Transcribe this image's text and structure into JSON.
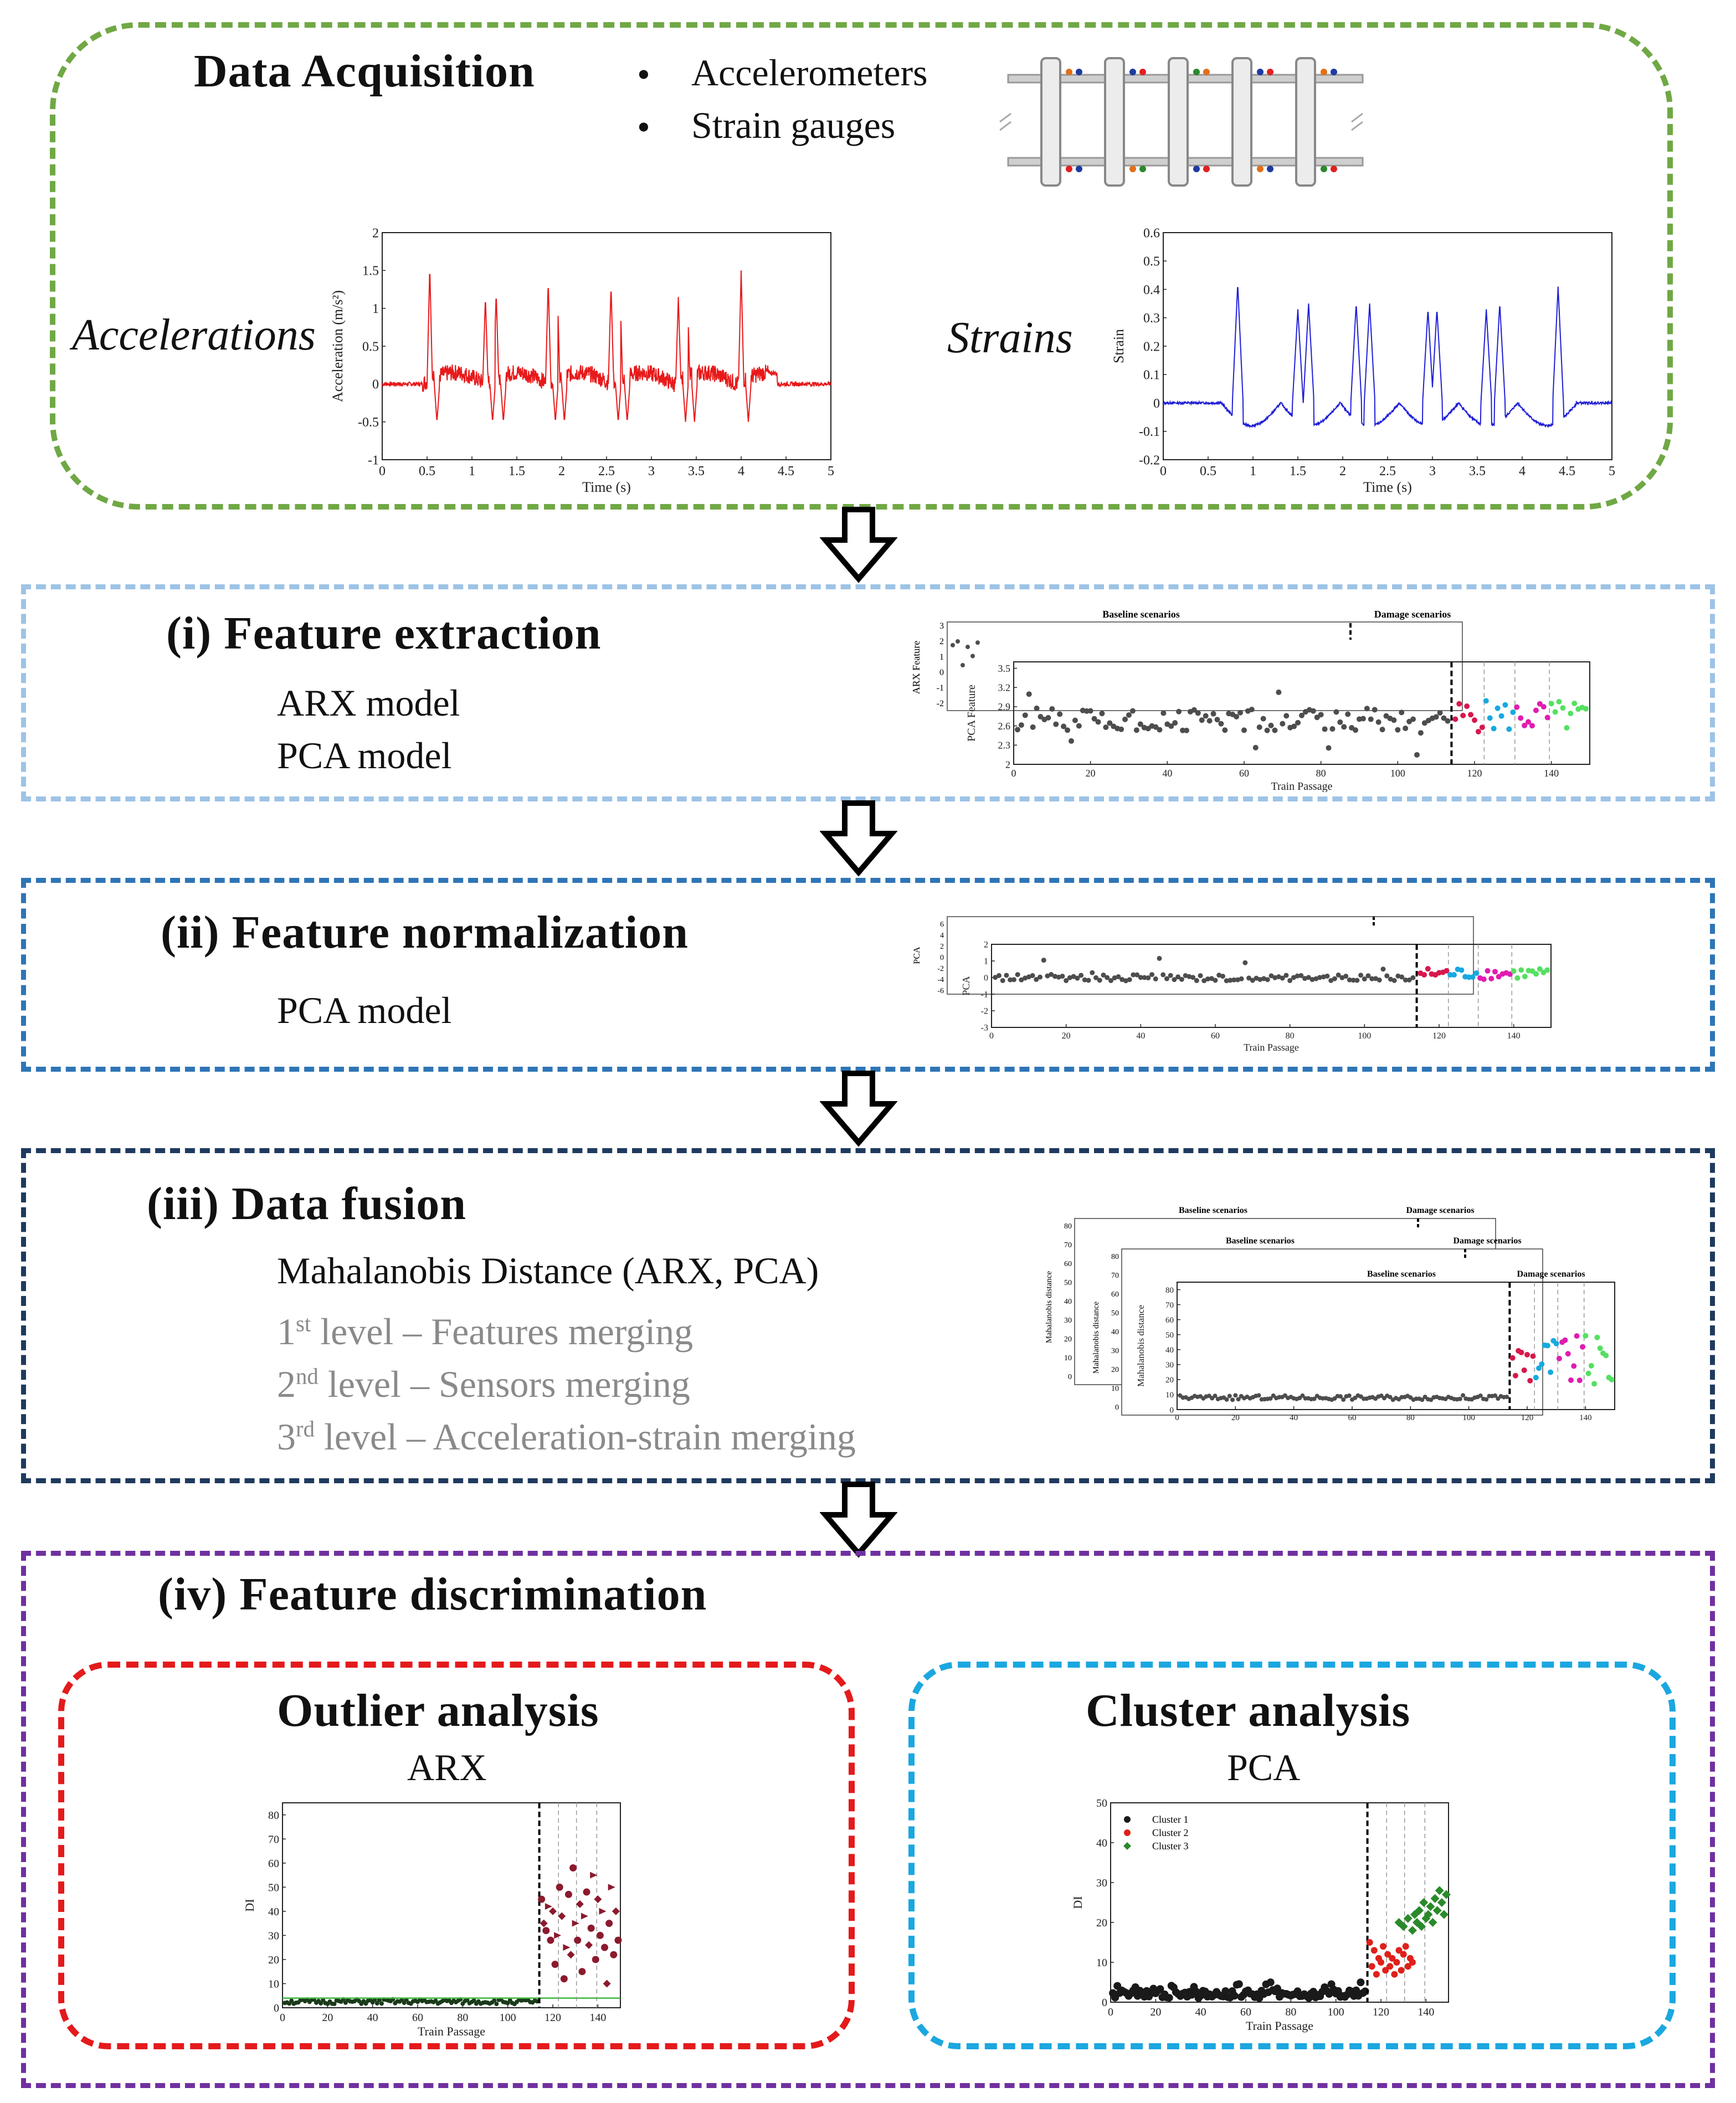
{
  "colors": {
    "acquisition_border": "#70a845",
    "extraction_border": "#9dc3e6",
    "normalization_border": "#2e75b6",
    "fusion_border": "#1f3a5f",
    "discrimination_border": "#7030a0",
    "outlier_border": "#e41a1c",
    "cluster_border": "#1ba7e0",
    "accel_series": "#e8191a",
    "strain_series": "#1f1fd6",
    "baseline_points": "#4d4d4d",
    "damage_red": "#d6184c",
    "damage_cyan": "#17a9e0",
    "damage_magenta": "#e01cb0",
    "damage_green": "#55e060",
    "outlier_points": "#8b1a2e",
    "cluster1": "#1a1a1a",
    "cluster2": "#e0201a",
    "cluster3": "#2a8a2a"
  },
  "acquisition": {
    "title": "Data Acquisition",
    "bullets": [
      "Accelerometers",
      "Strain gauges"
    ],
    "accel_label": "Accelerations",
    "strain_label": "Strains"
  },
  "extraction": {
    "title": "(i) Feature extraction",
    "items": [
      "ARX model",
      "PCA model"
    ]
  },
  "normalization": {
    "title": "(ii) Feature normalization",
    "items": [
      "PCA model"
    ]
  },
  "fusion": {
    "title": "(iii) Data fusion",
    "main": "Mahalanobis Distance (ARX, PCA)",
    "levels": [
      {
        "num": "1",
        "sup": "st",
        "text": " level – Features merging"
      },
      {
        "num": "2",
        "sup": "nd",
        "text": " level – Sensors merging"
      },
      {
        "num": "3",
        "sup": "rd",
        "text": " level – Acceleration-strain merging"
      }
    ]
  },
  "discrimination": {
    "title": "(iv) Feature discrimination",
    "outlier_title": "Outlier analysis",
    "outlier_sub": "ARX",
    "cluster_title": "Cluster analysis",
    "cluster_sub": "PCA"
  },
  "chart_data": [
    {
      "id": "accelerations",
      "type": "line",
      "xlabel": "Time (s)",
      "ylabel": "Acceleration (m/s²)",
      "xlim": [
        0,
        5
      ],
      "ylim": [
        -1,
        2
      ],
      "xticks": [
        "0",
        "0.5",
        "1",
        "1.5",
        "2",
        "2.5",
        "3",
        "3.5",
        "4",
        "4.5",
        "5"
      ],
      "yticks": [
        "-1",
        "-0.5",
        "0",
        "0.5",
        "1",
        "1.5",
        "2"
      ],
      "peaks_x": [
        0.53,
        1.15,
        1.27,
        1.85,
        1.95,
        2.55,
        2.65,
        3.3,
        3.4,
        4.0
      ],
      "peaks_y": [
        1.55,
        1.15,
        1.2,
        1.35,
        1.35,
        1.3,
        1.25,
        1.15,
        1.25,
        1.5
      ]
    },
    {
      "id": "strains",
      "type": "line",
      "xlabel": "Time (s)",
      "ylabel": "Strain",
      "xlim": [
        0,
        5
      ],
      "ylim": [
        -0.2,
        0.6
      ],
      "xticks": [
        "0",
        "0.5",
        "1",
        "1.5",
        "2",
        "2.5",
        "3",
        "3.5",
        "4",
        "4.5",
        "5"
      ],
      "yticks": [
        "-0.2",
        "-0.1",
        "0",
        "0.1",
        "0.2",
        "0.3",
        "0.4",
        "0.5",
        "0.6"
      ],
      "peaks_x": [
        0.83,
        1.5,
        1.62,
        2.15,
        2.3,
        2.95,
        3.05,
        3.6,
        3.75,
        4.4
      ],
      "peaks_y": [
        0.42,
        0.33,
        0.35,
        0.35,
        0.35,
        0.33,
        0.33,
        0.33,
        0.35,
        0.41
      ]
    },
    {
      "id": "feature_extraction",
      "type": "scatter",
      "xlabel": "Train Passage",
      "ylabel_top": "ARX Feature",
      "ylabel": "PCA Feature",
      "header_left": "Baseline scenarios",
      "header_right": "Damage scenarios",
      "xticks": [
        "0",
        "20",
        "40",
        "60",
        "80",
        "100",
        "120",
        "140"
      ],
      "yticks": [
        "2",
        "2.3",
        "2.6",
        "2.9",
        "3.2",
        "3.5"
      ],
      "ylim": [
        2,
        3.6
      ],
      "top_yticks": [
        "-2",
        "-1",
        "0",
        "1",
        "2",
        "3"
      ],
      "boundary": 114,
      "baseline_level": 2.7
    },
    {
      "id": "feature_normalization",
      "type": "scatter",
      "xlabel": "Train Passage",
      "ylabel": "PCA",
      "ylabel_top": "PCA",
      "xticks": [
        "0",
        "20",
        "40",
        "60",
        "80",
        "100",
        "120",
        "140"
      ],
      "yticks": [
        "-3",
        "-2",
        "-1",
        "0",
        "1",
        "2"
      ],
      "ylim": [
        -3,
        2
      ],
      "top_yticks": [
        "-6",
        "-4",
        "-2",
        "0",
        "2",
        "4",
        "6"
      ],
      "boundary": 114
    },
    {
      "id": "data_fusion",
      "type": "scatter",
      "xlabel": "",
      "ylabel": "Mahalanobis distance",
      "header_left": "Baseline scenarios",
      "header_right": "Damage scenarios",
      "xticks": [
        "0",
        "20",
        "40",
        "60",
        "80",
        "100",
        "120",
        "140"
      ],
      "yticks": [
        "0",
        "10",
        "20",
        "30",
        "40",
        "50",
        "60",
        "70",
        "80"
      ],
      "ylim": [
        0,
        85
      ],
      "boundary": 114
    },
    {
      "id": "outlier_analysis",
      "type": "scatter",
      "xlabel": "Train Passage",
      "ylabel": "DI",
      "xticks": [
        "0",
        "20",
        "40",
        "60",
        "80",
        "100",
        "120",
        "140"
      ],
      "yticks": [
        "0",
        "10",
        "20",
        "30",
        "40",
        "50",
        "60",
        "70",
        "80"
      ],
      "xlim": [
        0,
        150
      ],
      "ylim": [
        0,
        85
      ],
      "boundary": 114,
      "threshold": 4,
      "damage_x": [
        115,
        116,
        117,
        118,
        119,
        120,
        121,
        122,
        123,
        124,
        125,
        126,
        127,
        128,
        129,
        130,
        131,
        132,
        133,
        134,
        135,
        136,
        137,
        138,
        139,
        140,
        141,
        142,
        143,
        144,
        145,
        146,
        147,
        148,
        149
      ],
      "damage_y": [
        45,
        35,
        32,
        42,
        28,
        40,
        18,
        30,
        50,
        38,
        12,
        25,
        47,
        22,
        58,
        35,
        28,
        43,
        15,
        38,
        48,
        26,
        33,
        55,
        20,
        45,
        30,
        40,
        25,
        10,
        35,
        50,
        22,
        40,
        28
      ]
    },
    {
      "id": "cluster_analysis",
      "type": "scatter",
      "xlabel": "Train Passage",
      "ylabel": "DI",
      "legend": [
        "Cluster 1",
        "Cluster 2",
        "Cluster 3"
      ],
      "legend_position": "top-left",
      "xticks": [
        "0",
        "20",
        "40",
        "60",
        "80",
        "100",
        "120",
        "140"
      ],
      "yticks": [
        "0",
        "10",
        "20",
        "30",
        "40",
        "50"
      ],
      "xlim": [
        0,
        150
      ],
      "ylim": [
        0,
        50
      ],
      "boundary": 114,
      "cluster2_x": [
        115,
        116,
        117,
        118,
        119,
        120,
        121,
        122,
        123,
        124,
        125,
        126,
        127,
        128,
        129,
        130,
        131,
        132,
        133,
        134
      ],
      "cluster2_y": [
        15,
        9,
        13,
        7,
        11,
        10,
        14,
        8,
        12,
        9,
        11,
        7,
        10,
        13,
        8,
        12,
        14,
        9,
        11,
        10
      ],
      "cluster3_x": [
        128,
        130,
        132,
        134,
        135,
        136,
        137,
        138,
        139,
        140,
        141,
        142,
        143,
        144,
        145,
        146,
        147,
        148,
        149
      ],
      "cluster3_y": [
        20,
        19,
        21,
        18,
        22,
        20,
        23,
        19,
        25,
        21,
        22,
        24,
        20,
        26,
        23,
        28,
        25,
        22,
        27
      ]
    }
  ]
}
